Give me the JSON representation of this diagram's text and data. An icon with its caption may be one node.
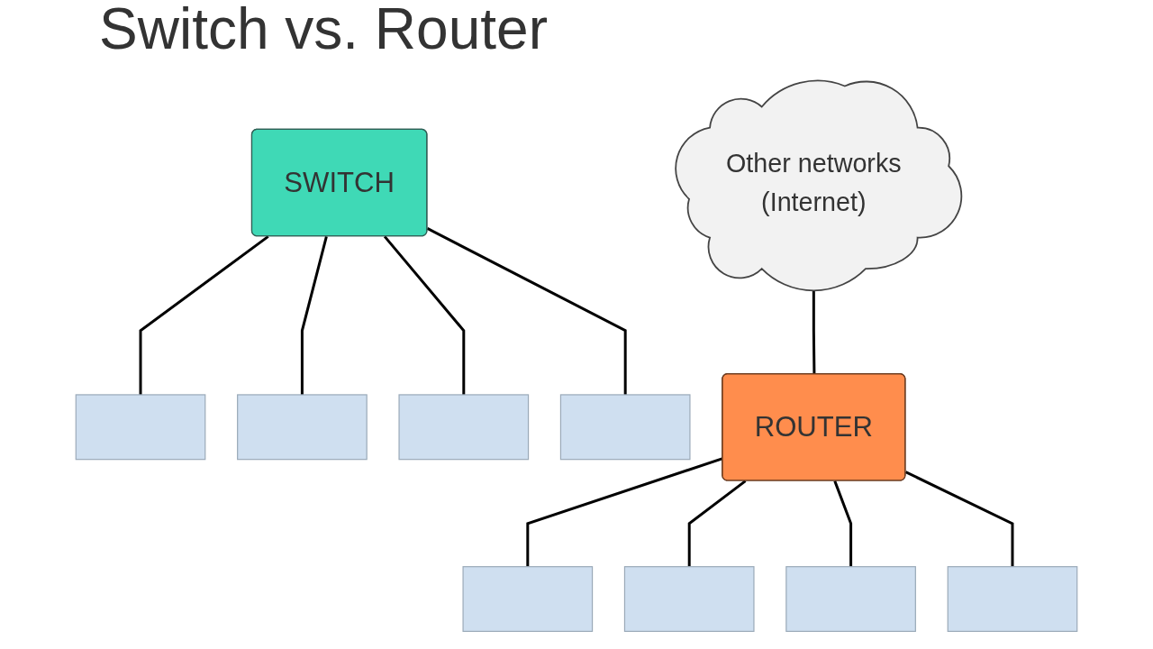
{
  "diagram": {
    "title": "Switch vs. Router",
    "nodes": [
      {
        "text": [
          "SWITCH"
        ]
      },
      {
        "text": [],
        "shape": "box"
      },
      {
        "text": [],
        "shape": "box"
      },
      {
        "text": [],
        "shape": "box"
      },
      {
        "text": [],
        "shape": "box"
      },
      {
        "text": [
          "Other networks",
          "(Internet)"
        ]
      },
      {
        "text": [
          "ROUTER"
        ]
      },
      {
        "text": [],
        "shape": "box"
      },
      {
        "text": [],
        "shape": "box"
      },
      {
        "text": [],
        "shape": "box"
      },
      {
        "text": [],
        "shape": "box"
      }
    ],
    "edges": [
      {
        "from": 0,
        "to": 1,
        "arrow": "none"
      },
      {
        "from": 0,
        "to": 2,
        "arrow": "none"
      },
      {
        "from": 0,
        "to": 3,
        "arrow": "none"
      },
      {
        "from": 0,
        "to": 4,
        "arrow": "none"
      },
      {
        "from": 5,
        "to": 6,
        "arrow": "none"
      },
      {
        "from": 6,
        "to": 7,
        "arrow": "none"
      },
      {
        "from": 6,
        "to": 8,
        "arrow": "none"
      },
      {
        "from": 6,
        "to": 9,
        "arrow": "none"
      },
      {
        "from": 6,
        "to": 10,
        "arrow": "none"
      }
    ]
  }
}
